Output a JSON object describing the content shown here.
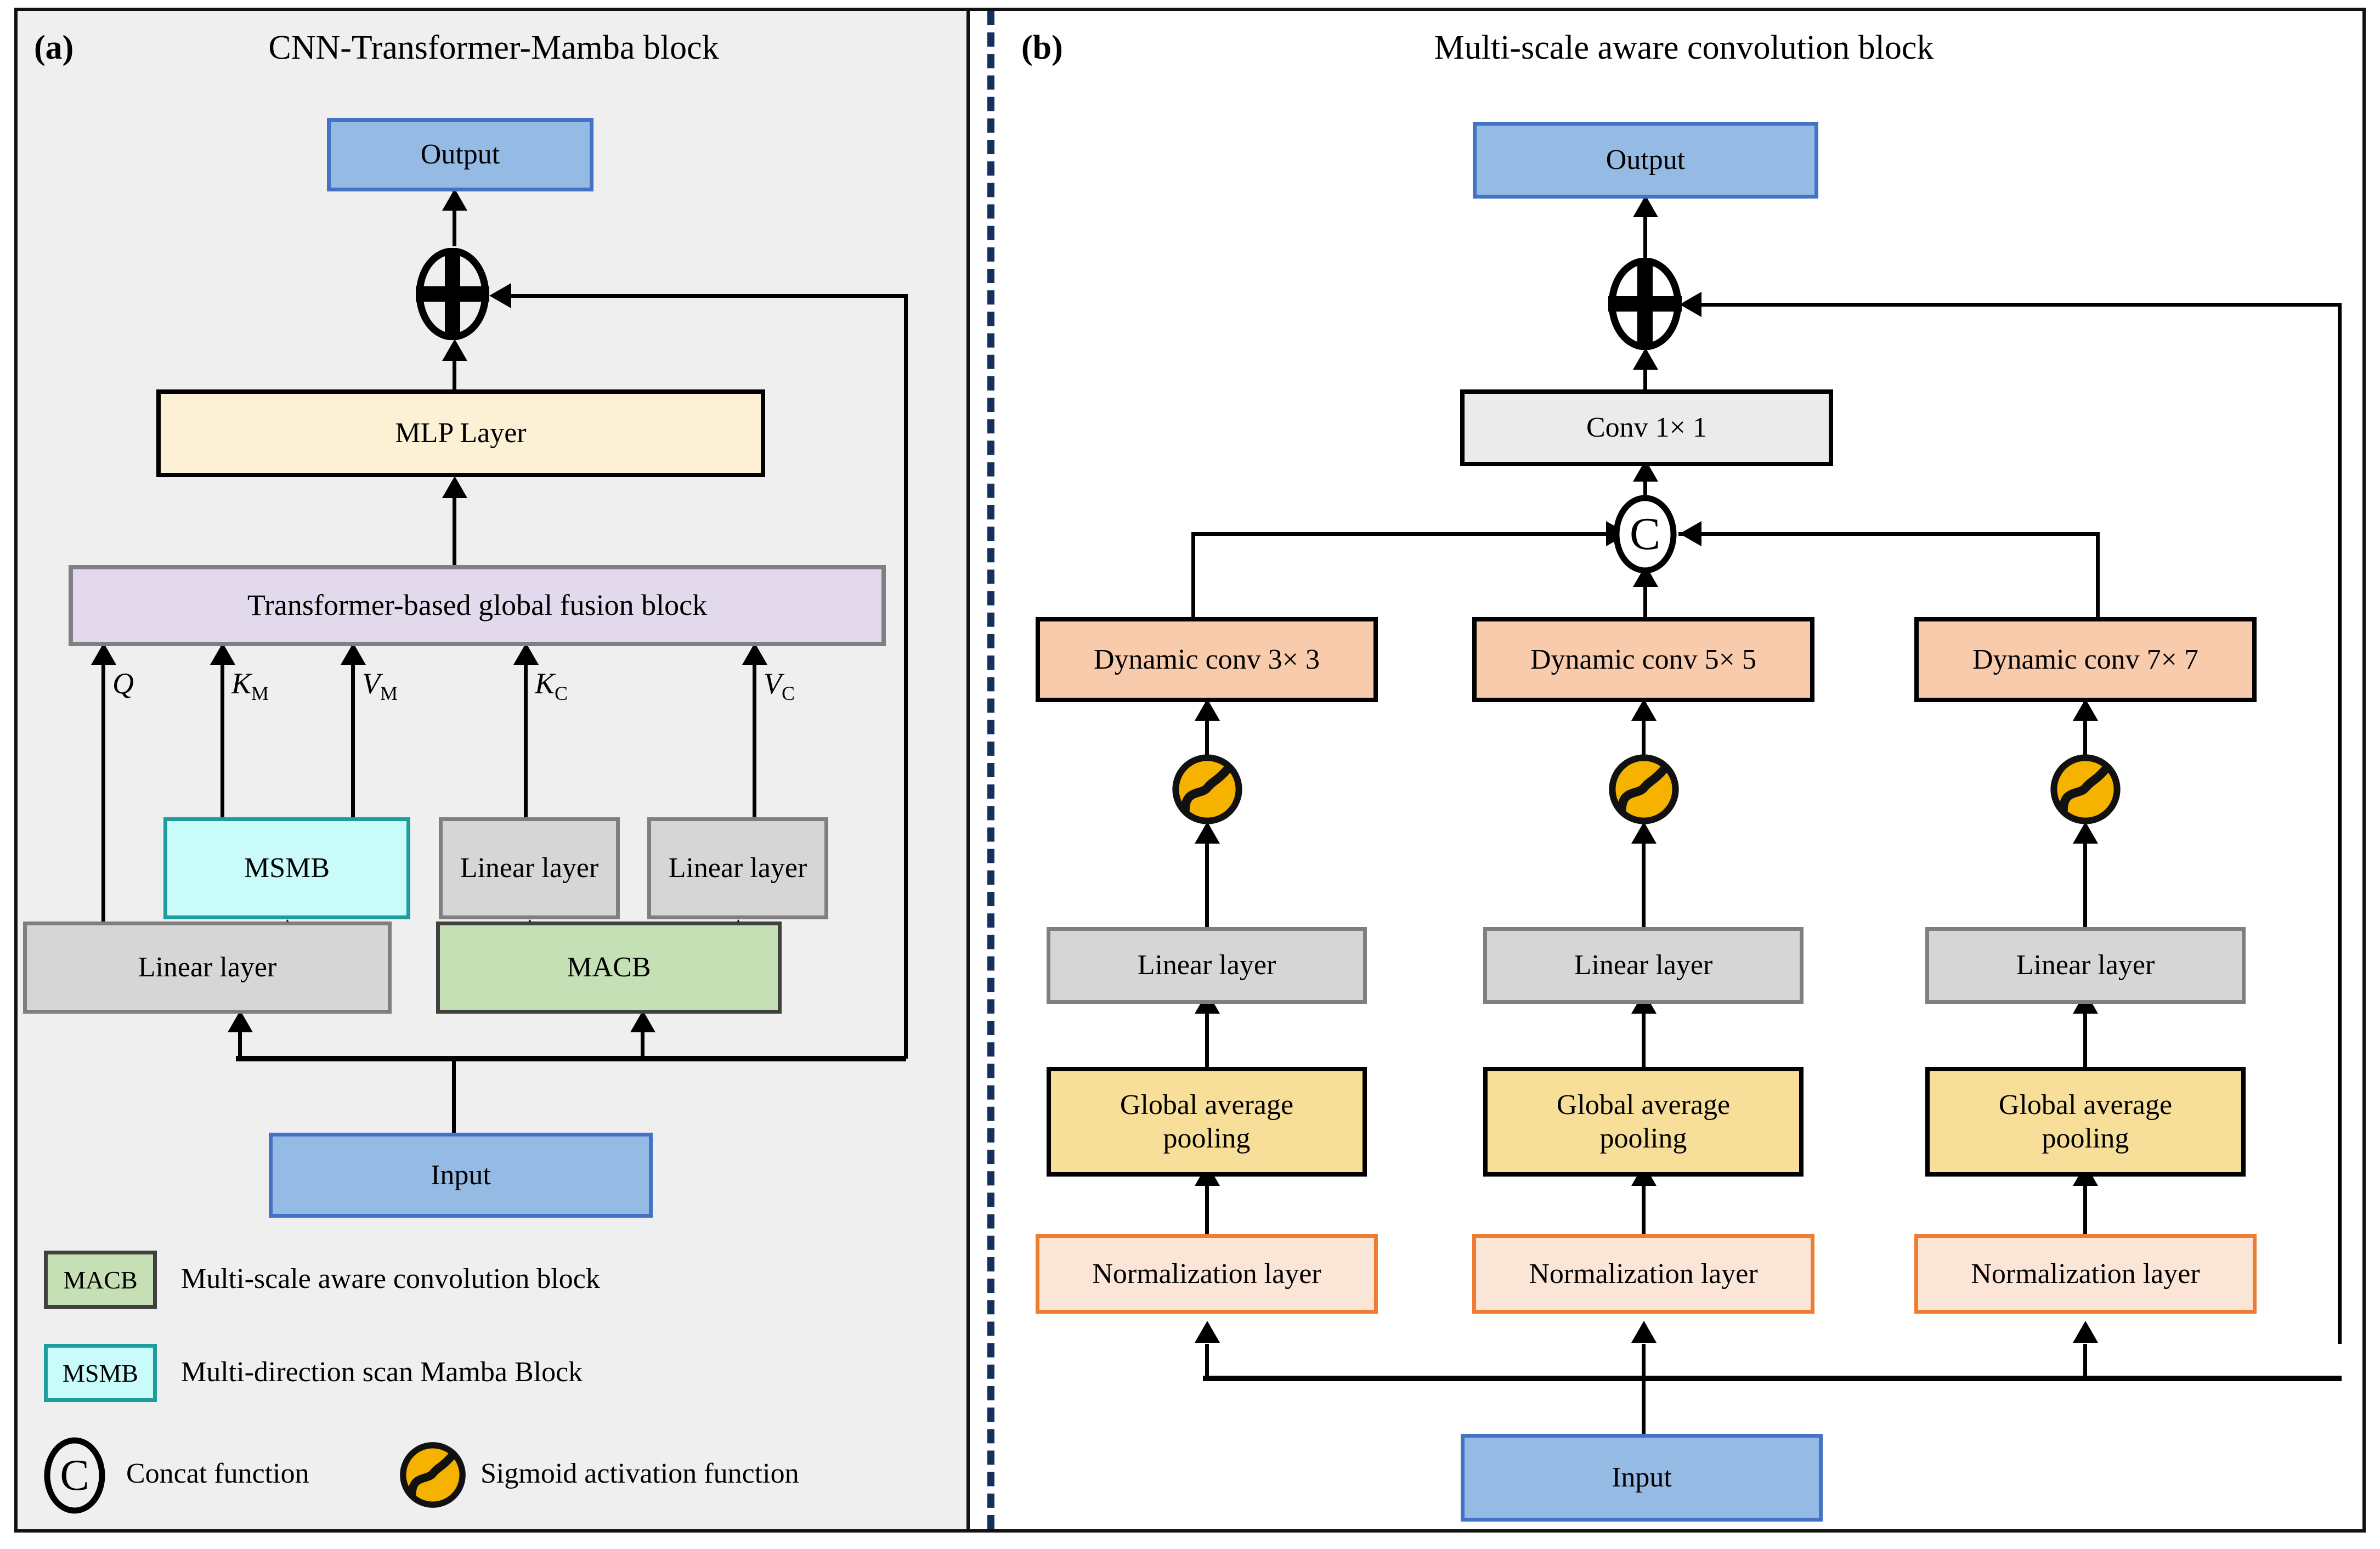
{
  "panels": {
    "a": {
      "tag": "(a)",
      "title": "CNN-Transformer-Mamba block"
    },
    "b": {
      "tag": "(b)",
      "title": "Multi-scale aware convolution block"
    }
  },
  "colors": {
    "blue_fill": "#95BAE4",
    "blue_border": "#4472C4",
    "gray_fill": "#D6D6D6",
    "gray_border": "#7F7F7F",
    "green_fill": "#C5E0B4",
    "green_border": "#404040",
    "cyan_fill": "#C9FBFB",
    "cyan_border": "#1F9D9D",
    "mlp_fill": "#FCF0D5",
    "purple_fill": "#E2DAEC",
    "purple_border": "#808080",
    "peach_fill": "#F8CBAD",
    "gap_fill": "#F7DF9A",
    "norm_fill": "#FBE5D6",
    "norm_border": "#ED7D31",
    "sigmoid_fill": "#F5B300",
    "divider": "#16305E",
    "panel_a_bg": "#EFEFEF",
    "panel_b_bg": "#FFFFFF",
    "stroke": "#000000"
  },
  "panel_a": {
    "output": "Output",
    "mlp_layer": "MLP Layer",
    "transformer": "Transformer-based global fusion block",
    "msmb": "MSMB",
    "linear_kc": "Linear layer",
    "linear_vc": "Linear layer",
    "linear_q": "Linear layer",
    "macb": "MACB",
    "input": "Input",
    "labels": {
      "q": "Q",
      "k_m": "K",
      "k_m_sub": "M",
      "v_m": "V",
      "v_m_sub": "M",
      "k_c": "K",
      "k_c_sub": "C",
      "v_c": "V",
      "v_c_sub": "C"
    },
    "add_symbol": "plus-circle"
  },
  "panel_b": {
    "output": "Output",
    "conv1x1": "Conv  1× 1",
    "concat_symbol": "C",
    "branches": [
      {
        "dynamic_conv": "Dynamic conv 3× 3",
        "activation": "sigmoid-icon",
        "linear": "Linear layer",
        "pooling": "Global average\npooling",
        "normalization": "Normalization layer"
      },
      {
        "dynamic_conv": "Dynamic conv 5× 5",
        "activation": "sigmoid-icon",
        "linear": "Linear layer",
        "pooling": "Global average\npooling",
        "normalization": "Normalization layer"
      },
      {
        "dynamic_conv": "Dynamic conv 7× 7",
        "activation": "sigmoid-icon",
        "linear": "Linear layer",
        "pooling": "Global average\npooling",
        "normalization": "Normalization layer"
      }
    ],
    "input": "Input",
    "add_symbol": "plus-circle"
  },
  "legend": [
    {
      "key": "MACB",
      "style": "green",
      "description": "Multi-scale aware convolution block"
    },
    {
      "key": "MSMB",
      "style": "cyan",
      "description": "Multi-direction scan Mamba Block"
    },
    {
      "key": "C",
      "style": "circle-c",
      "description": "Concat function"
    },
    {
      "key": "sigmoid-icon",
      "style": "sigmoid",
      "description": "Sigmoid activation function"
    }
  ]
}
